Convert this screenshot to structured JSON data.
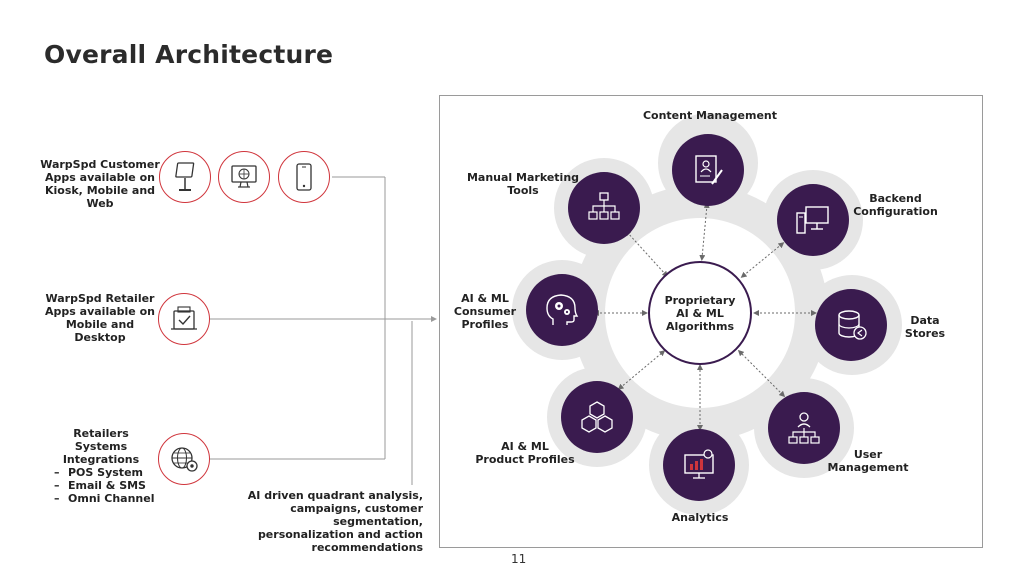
{
  "slide": {
    "title": "Overall Architecture",
    "page_number": "11"
  },
  "sources": {
    "customer_apps": [
      "WarpSpd Customer",
      "Apps available on",
      "Kiosk, Mobile and",
      "Web"
    ],
    "retailer_apps": [
      "WarpSpd Retailer",
      "Apps available on",
      "Mobile and",
      "Desktop"
    ],
    "systems_title": [
      "Retailers Systems",
      "Integrations"
    ],
    "systems_items": [
      "POS System",
      "Email & SMS",
      "Omni Channel"
    ],
    "dash": "–"
  },
  "note": [
    "AI driven quadrant analysis,",
    "campaigns, customer",
    "segmentation,",
    "personalization and action",
    "recommendations"
  ],
  "hub": [
    "Proprietary",
    "AI & ML",
    "Algorithms"
  ],
  "modules": {
    "content": [
      "Content Management"
    ],
    "backend": [
      "Backend",
      "Configuration"
    ],
    "data": [
      "Data",
      "Stores"
    ],
    "user": [
      "User",
      "Management"
    ],
    "analytics": [
      "Analytics"
    ],
    "product": [
      "AI & ML",
      "Product Profiles"
    ],
    "consumer": [
      "AI &  ML",
      "Consumer",
      "Profiles"
    ],
    "marketing": [
      "Manual Marketing",
      "Tools"
    ]
  },
  "icons": {
    "customer_channels": [
      "kiosk-icon",
      "web-icon",
      "mobile-icon"
    ],
    "retailer_channel": "retailer-app-icon",
    "systems": "globe-gear-icon",
    "modules": [
      "profile-edit-icon",
      "desktop-icon",
      "database-icon",
      "hierarchy-icon",
      "chart-icon",
      "cubes-icon",
      "head-gears-icon",
      "flowchart-icon"
    ]
  },
  "colors": {
    "accent_red": "#d0353c",
    "module_purple": "#3a1b4f",
    "ring_gray": "#e6e6e6"
  }
}
